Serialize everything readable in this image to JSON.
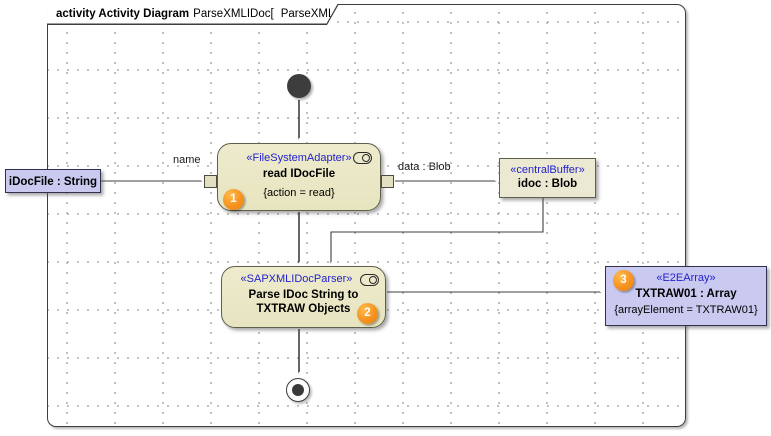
{
  "frame": {
    "tab": {
      "bold": "activity Activity Diagram",
      "name": "ParseXMLIDoc[",
      "ref": "ParseXMLIDoc",
      "close": "]"
    }
  },
  "nodes": {
    "idoc_file": {
      "label": "iDocFile : String"
    },
    "read_action": {
      "stereotype": "«FileSystemAdapter»",
      "name": "read IDocFile",
      "constraint": "{action = read}",
      "badge": "1"
    },
    "central_buffer": {
      "stereotype": "«centralBuffer»",
      "name": "idoc : Blob"
    },
    "parse_action": {
      "stereotype": "«SAPXMLIDocParser»",
      "name_line1": "Parse IDoc String to",
      "name_line2": "TXTRAW Objects",
      "badge": "2"
    },
    "txtraw_array": {
      "stereotype": "«E2EArray»",
      "name": "TXTRAW01 : Array",
      "constraint": "{arrayElement = TXTRAW01}",
      "badge": "3"
    }
  },
  "edges": {
    "name_label": "name",
    "data_label": "data : Blob"
  },
  "colors": {
    "stereotype_text": "#2222cc",
    "action_fill": "#e9e6c4",
    "object_fill": "#cacaf0",
    "buffer_fill": "#ece9d3",
    "badge_orange": "#f69220",
    "frame_border": "#3e3e3e"
  }
}
